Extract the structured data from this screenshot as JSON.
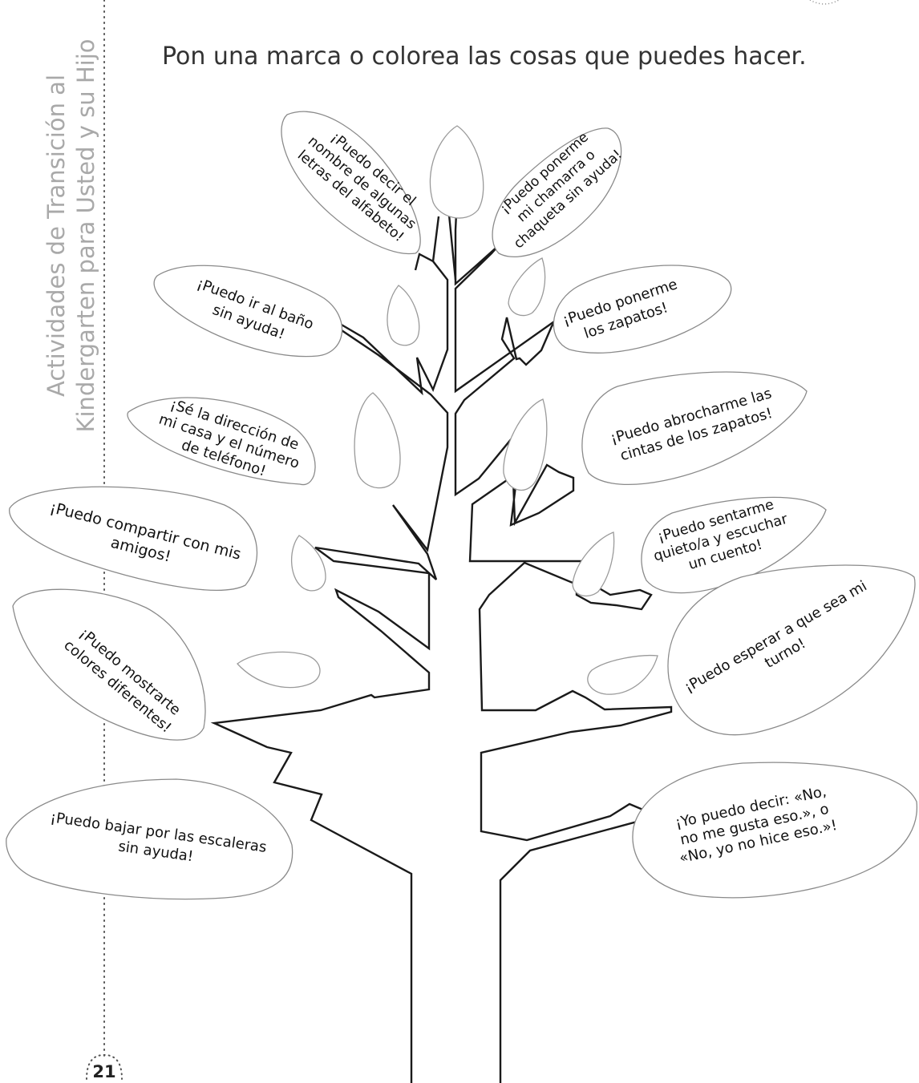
{
  "sidebar": {
    "line1": "Actividades de Transición al",
    "line2": "Kindergarten para Usted y su Hijo"
  },
  "page_number": "21",
  "instruction": "Pon una marca o colorea las cosas que puedes hacer.",
  "leaves": {
    "alphabet": [
      "¡Puedo decir el",
      "nombre de algunas",
      "letras del alfabeto!"
    ],
    "jacket": [
      "¡Puedo ponerme",
      "mi chamarra o",
      "chaqueta sin ayuda!"
    ],
    "bathroom": [
      "¡Puedo ir al baño",
      "sin ayuda!"
    ],
    "shoes": [
      "¡Puedo ponerme",
      "los zapatos!"
    ],
    "address": [
      "¡Sé la dirección de",
      "mi casa y el número",
      "de teléfono!"
    ],
    "laces": [
      "¡Puedo abrocharme las",
      "cintas de los zapatos!"
    ],
    "share": [
      "¡Puedo compartir con mis",
      "amigos!"
    ],
    "sit": [
      "¡Puedo sentarme",
      "quieto/a y escuchar",
      "un cuento!"
    ],
    "colors": [
      "¡Puedo mostrarte",
      "colores diferentes!"
    ],
    "wait": [
      "¡Puedo esperar a que sea mi",
      "turno!"
    ],
    "stairs": [
      "¡Puedo bajar por las escaleras",
      "sin ayuda!"
    ],
    "saying": [
      "¡Yo puedo decir: «No,",
      "no me gusta eso.», o",
      "«No, yo no hice eso.»!"
    ]
  }
}
